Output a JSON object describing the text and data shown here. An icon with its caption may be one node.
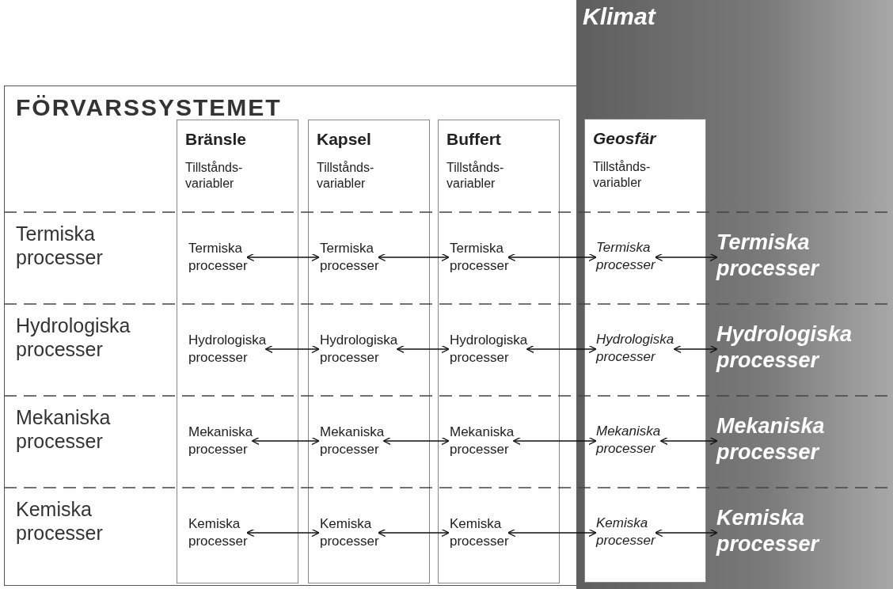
{
  "diagram": {
    "nodes": [
      {
        "text": [
          "FÖRVARSSYSTEMET"
        ]
      },
      {
        "text": [
          "Klimat"
        ]
      },
      {
        "text": [
          "Bränsle",
          "Tillstånds-variabler"
        ],
        "in": 0
      },
      {
        "text": [
          "Kapsel",
          "Tillstånds-variabler"
        ],
        "in": 0
      },
      {
        "text": [
          "Buffert",
          "Tillstånds-variabler"
        ],
        "in": 0
      },
      {
        "text": [
          "Geosfär",
          "Tillstånds-variabler"
        ],
        "in": 1
      },
      {
        "text": [
          "Termiska processer"
        ],
        "in": 2
      },
      {
        "text": [
          "Termiska processer"
        ],
        "in": 3
      },
      {
        "text": [
          "Termiska processer"
        ],
        "in": 4
      },
      {
        "text": [
          "Termiska processer"
        ],
        "in": 5
      },
      {
        "text": [
          "Termiska processer"
        ],
        "in": 1
      },
      {
        "text": [
          "Hydrologiska processer"
        ],
        "in": 2
      },
      {
        "text": [
          "Hydrologiska processer"
        ],
        "in": 3
      },
      {
        "text": [
          "Hydrologiska processer"
        ],
        "in": 4
      },
      {
        "text": [
          "Hydrologiska processer"
        ],
        "in": 5
      },
      {
        "text": [
          "Hydrologiska processer"
        ],
        "in": 1
      },
      {
        "text": [
          "Mekaniska processer"
        ],
        "in": 2
      },
      {
        "text": [
          "Mekaniska processer"
        ],
        "in": 3
      },
      {
        "text": [
          "Mekaniska processer"
        ],
        "in": 4
      },
      {
        "text": [
          "Mekaniska processer"
        ],
        "in": 5
      },
      {
        "text": [
          "Mekaniska processer"
        ],
        "in": 1
      },
      {
        "text": [
          "Kemiska processer"
        ],
        "in": 2
      },
      {
        "text": [
          "Kemiska processer"
        ],
        "in": 3
      },
      {
        "text": [
          "Kemiska processer"
        ],
        "in": 4
      },
      {
        "text": [
          "Kemiska processer"
        ],
        "in": 5
      },
      {
        "text": [
          "Kemiska processer"
        ],
        "in": 1
      }
    ],
    "edges": [
      {
        "from": 6,
        "to": 7,
        "arrow": "both"
      },
      {
        "from": 7,
        "to": 8,
        "arrow": "both"
      },
      {
        "from": 8,
        "to": 9,
        "arrow": "both"
      },
      {
        "from": 9,
        "to": 10,
        "arrow": "both"
      },
      {
        "from": 11,
        "to": 12,
        "arrow": "both"
      },
      {
        "from": 12,
        "to": 13,
        "arrow": "both"
      },
      {
        "from": 13,
        "to": 14,
        "arrow": "both"
      },
      {
        "from": 14,
        "to": 15,
        "arrow": "both"
      },
      {
        "from": 16,
        "to": 17,
        "arrow": "both"
      },
      {
        "from": 17,
        "to": 18,
        "arrow": "both"
      },
      {
        "from": 18,
        "to": 19,
        "arrow": "both"
      },
      {
        "from": 19,
        "to": 20,
        "arrow": "both"
      },
      {
        "from": 21,
        "to": 22,
        "arrow": "both"
      },
      {
        "from": 22,
        "to": 23,
        "arrow": "both"
      },
      {
        "from": 23,
        "to": 24,
        "arrow": "both"
      },
      {
        "from": 24,
        "to": 25,
        "arrow": "both"
      }
    ],
    "labels": [
      "Termiska processer",
      "Hydrologiska processer",
      "Mekaniska processer",
      "Kemiska processer"
    ]
  }
}
